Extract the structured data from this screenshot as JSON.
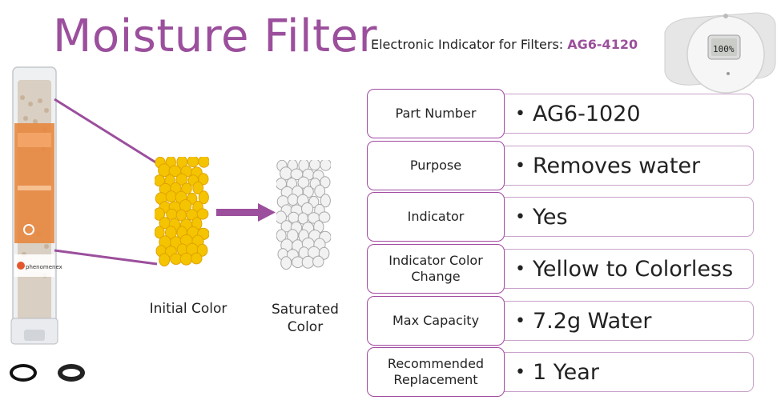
{
  "title": "Moisture Filter",
  "indicator": {
    "prefix": "Electronic Indicator for Filters: ",
    "model": "AG6-4120",
    "display_reading": "100%"
  },
  "tube": {
    "brand": "phenomenex"
  },
  "captions": {
    "initial": "Initial Color",
    "saturated_line1": "Saturated",
    "saturated_line2": "Color"
  },
  "colors": {
    "accent_purple": "#9b4f9c",
    "initial_bead": "#f5c400",
    "saturated_bead": "#f2f2f2"
  },
  "rows": [
    {
      "label": [
        "Part Number"
      ],
      "value": "AG6-1020"
    },
    {
      "label": [
        "Purpose"
      ],
      "value": "Removes water"
    },
    {
      "label": [
        "Indicator"
      ],
      "value": "Yes"
    },
    {
      "label": [
        "Indicator Color",
        "Change"
      ],
      "value": "Yellow to Colorless"
    },
    {
      "label": [
        "Max Capacity"
      ],
      "value": "7.2g Water"
    },
    {
      "label": [
        "Recommended",
        "Replacement"
      ],
      "value": "1 Year"
    }
  ]
}
